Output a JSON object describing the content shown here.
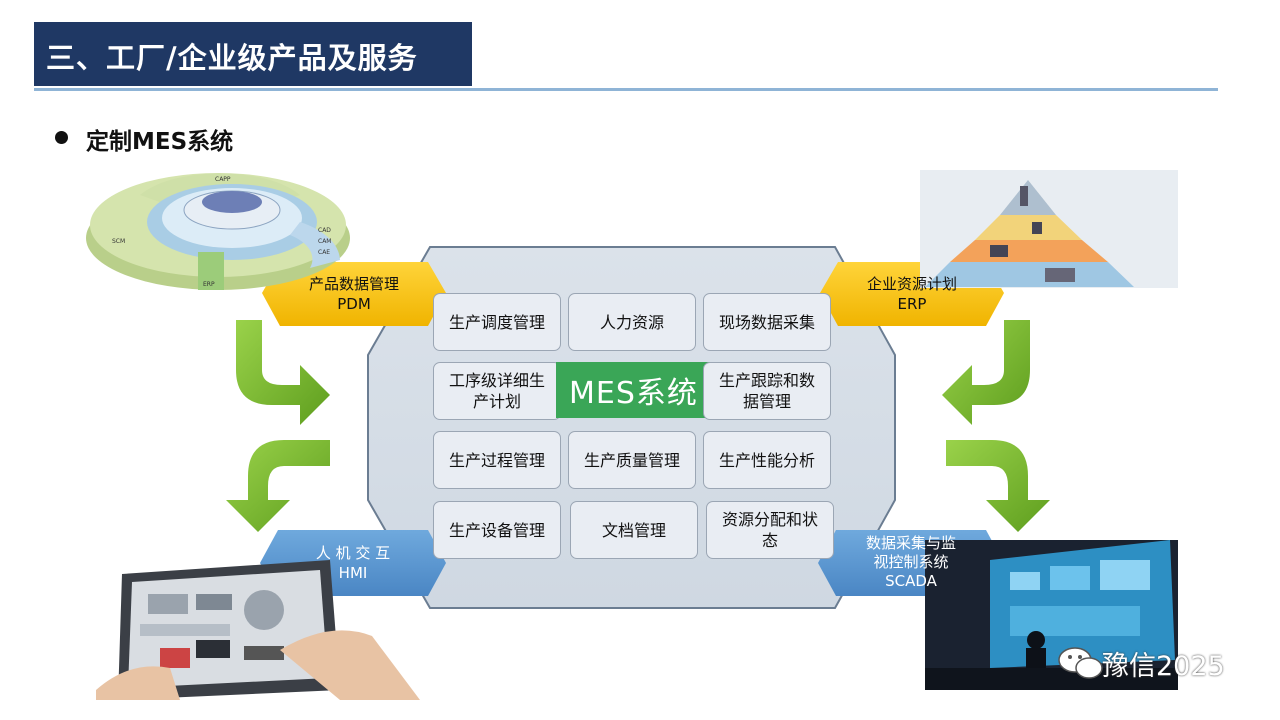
{
  "header": {
    "title": "三、工厂/企业级产品及服务"
  },
  "section": {
    "bullet": "定制MES系统"
  },
  "center": {
    "label": "MES系统"
  },
  "modules": [
    "生产调度管理",
    "人力资源",
    "现场数据采集",
    "工序级详细生产计划",
    "生产跟踪和数据管理",
    "生产过程管理",
    "生产质量管理",
    "生产性能分析",
    "生产设备管理",
    "文档管理",
    "资源分配和状态"
  ],
  "module_lines": [
    [
      "生产调度管",
      "理"
    ],
    [
      "人力资源"
    ],
    [
      "现场数据采",
      "集"
    ],
    [
      "工序级详细",
      "生产计划"
    ],
    [
      "生产跟踪和",
      "数据管理"
    ],
    [
      "生产过程管",
      "理"
    ],
    [
      "生产质量管",
      "理"
    ],
    [
      "生产性能分",
      "析"
    ],
    [
      "生产设备管",
      "理"
    ],
    [
      "文档管理"
    ],
    [
      "资源分配和",
      "状态"
    ]
  ],
  "systems": {
    "pdm": {
      "line1": "产品数据管理",
      "line2": "PDM"
    },
    "erp": {
      "line1": "企业资源计划",
      "line2": "ERP"
    },
    "hmi": {
      "line1": "人 机 交 互",
      "line2": "HMI"
    },
    "scada": {
      "line1": "数据采集与监",
      "line2": "视控制系统",
      "line3": "SCADA"
    }
  },
  "pdm_wheel": {
    "top": "CAPP",
    "left": "SCM",
    "right1": "CAD",
    "right2": "CAM",
    "right3": "CAE",
    "bottom": "ERP"
  },
  "watermark": {
    "text": "豫信2025"
  },
  "colors": {
    "title_bg": "#1f3864",
    "hex_yellow": "#fdc100",
    "hex_blue": "#5b9bd5",
    "arrow_green": "#77b82a",
    "mes_green": "#3aa657",
    "panel": "#d5dde7"
  }
}
